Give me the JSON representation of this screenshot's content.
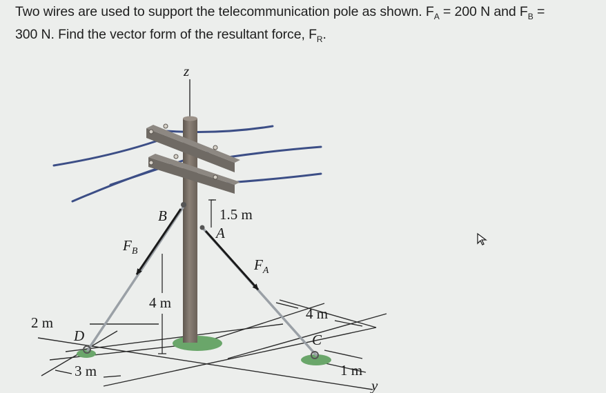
{
  "question": {
    "line1_before_fa": "Two wires are used to support the telecommunication pole as shown. F",
    "fa_sub": "A",
    "line1_mid": " = 200 N and F",
    "fb_sub": "B",
    "line1_end": " =",
    "line2_before": "300 N. Find the vector form of the resultant force, F",
    "fr_sub": "R",
    "line2_end": "."
  },
  "figure": {
    "axis_z": "z",
    "axis_y": "y",
    "point_b": "B",
    "point_a": "A",
    "point_d": "D",
    "point_c": "C",
    "force_b_main": "F",
    "force_b_sub": "B",
    "force_a_main": "F",
    "force_a_sub": "A",
    "dim_1_5": "1.5 m",
    "dim_4_height": "4 m",
    "dim_4_y": "4 m",
    "dim_2": "2 m",
    "dim_3": "3 m",
    "dim_1": "1 m"
  },
  "colors": {
    "pole": "#7d7369",
    "wire": "#3c4e86",
    "crossarm": "#6f6a64",
    "grass": "#6aa66a",
    "cable": "#9aa0a6"
  }
}
